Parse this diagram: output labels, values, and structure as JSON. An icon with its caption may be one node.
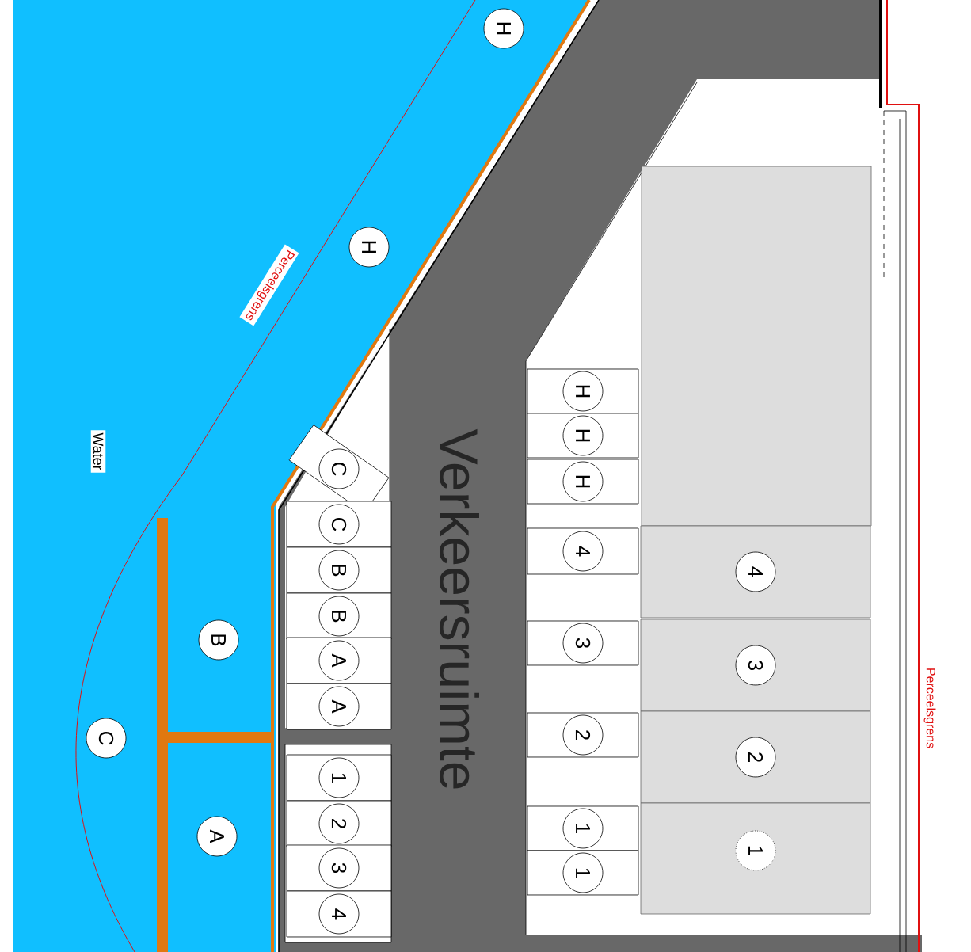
{
  "diagram": {
    "nodes": [
      {
        "text": [
          "H"
        ]
      },
      {
        "text": [
          "H"
        ]
      },
      {
        "text": [
          "C"
        ]
      },
      {
        "text": [
          "C"
        ]
      },
      {
        "text": [
          "B"
        ]
      },
      {
        "text": [
          "B"
        ]
      },
      {
        "text": [
          "A"
        ]
      },
      {
        "text": [
          "A"
        ]
      },
      {
        "text": [
          "1"
        ]
      },
      {
        "text": [
          "2"
        ]
      },
      {
        "text": [
          "3"
        ]
      },
      {
        "text": [
          "4"
        ]
      },
      {
        "text": [
          "H"
        ]
      },
      {
        "text": [
          "H"
        ]
      },
      {
        "text": [
          "H"
        ]
      },
      {
        "text": [
          "4"
        ]
      },
      {
        "text": [
          "3"
        ]
      },
      {
        "text": [
          "2"
        ]
      },
      {
        "text": [
          "1"
        ]
      },
      {
        "text": [
          "1"
        ]
      },
      {
        "text": [],
        "shape": "box"
      },
      {
        "text": [
          "4"
        ]
      },
      {
        "text": [
          "3"
        ]
      },
      {
        "text": [
          "2"
        ]
      },
      {
        "text": [
          "1"
        ]
      },
      {
        "text": [
          "B"
        ]
      },
      {
        "text": [
          "C"
        ]
      },
      {
        "text": [
          "A"
        ]
      }
    ],
    "labels": [
      "Verkeersruimte",
      "Water",
      "Perceelsgrens",
      "Perceelsgrens"
    ]
  }
}
